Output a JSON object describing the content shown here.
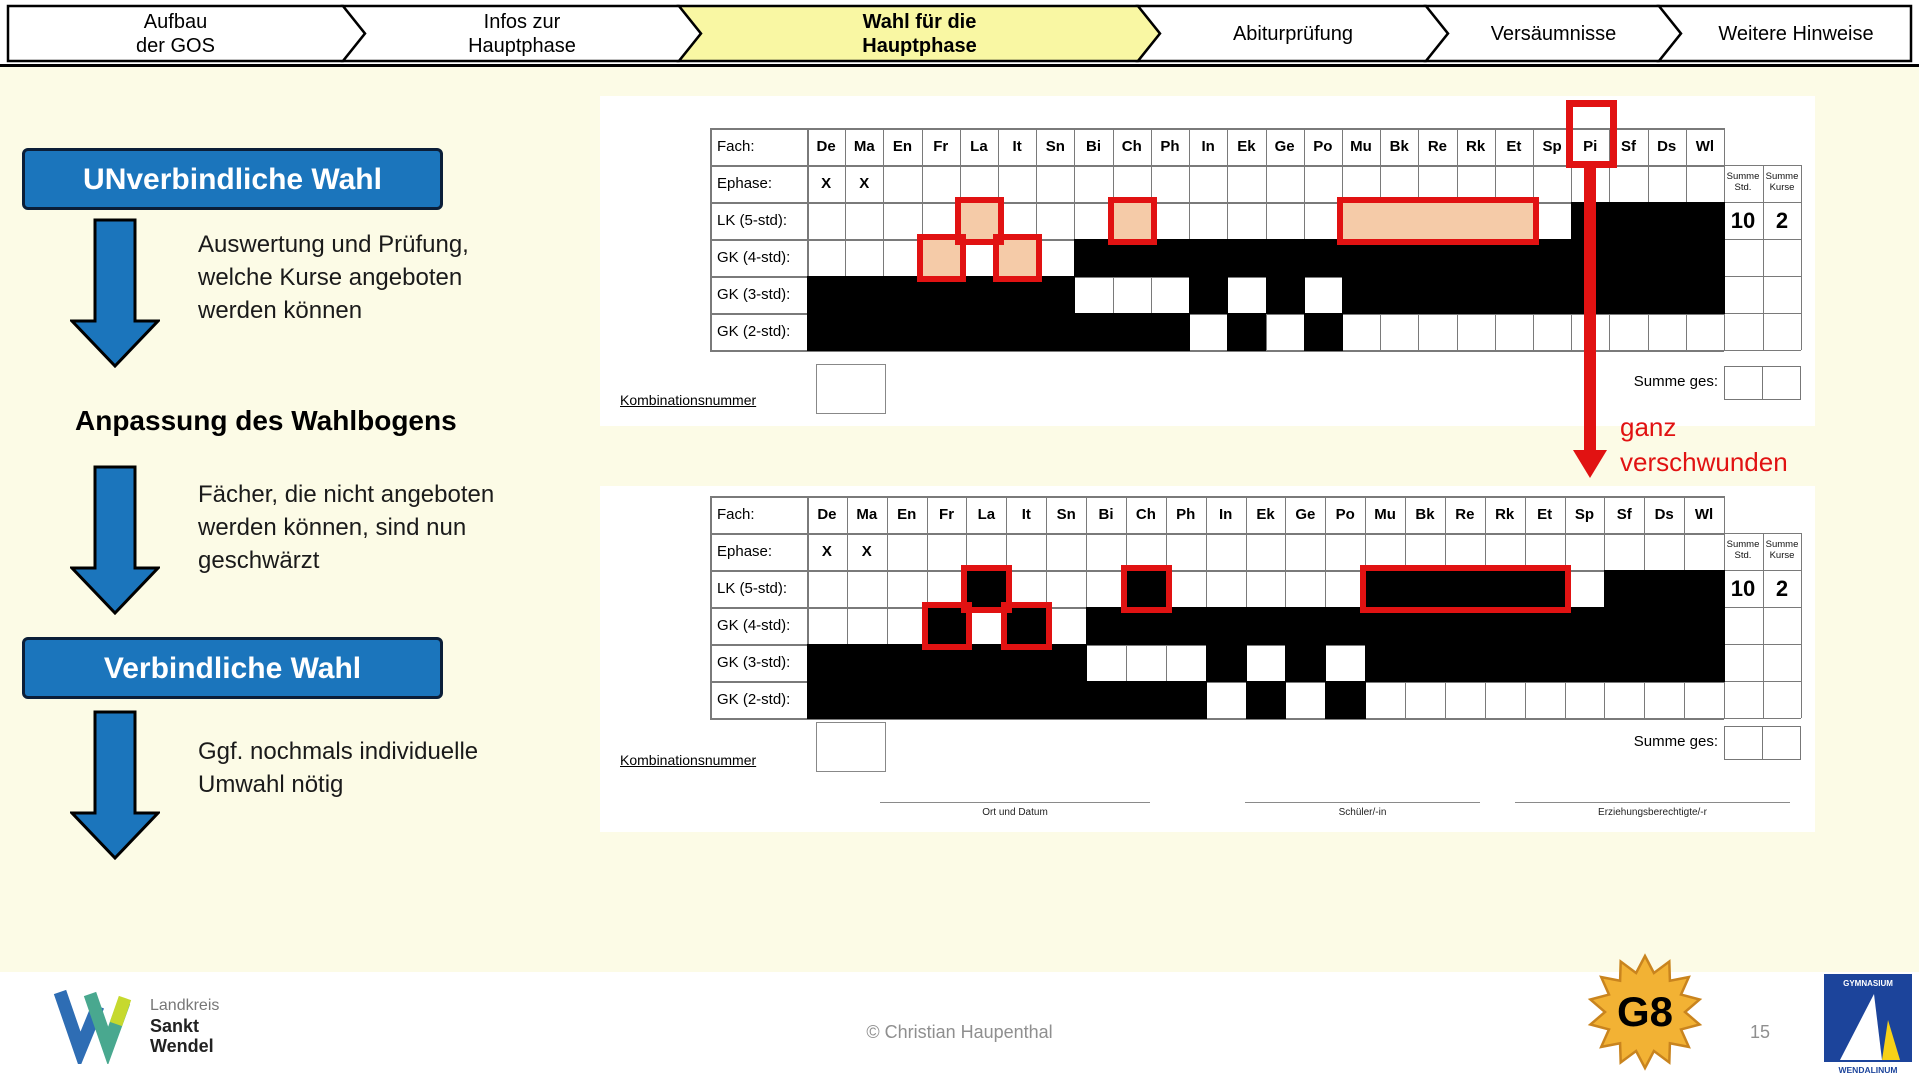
{
  "nav": {
    "items": [
      {
        "label1": "Aufbau",
        "label2": "der GOS",
        "active": false
      },
      {
        "label1": "Infos zur",
        "label2": "Hauptphase",
        "active": false
      },
      {
        "label1": "Wahl für die",
        "label2": "Hauptphase",
        "active": true
      },
      {
        "label1": "Abiturprüfung",
        "label2": "",
        "active": false
      },
      {
        "label1": "Versäumnisse",
        "label2": "",
        "active": false
      },
      {
        "label1": "Weitere Hinweise",
        "label2": "",
        "active": false
      }
    ]
  },
  "left_flow": {
    "box1": "UNverbindliche Wahl",
    "step1_lines": [
      "Auswertung und Prüfung,",
      "welche Kurse angeboten",
      "werden können"
    ],
    "heading": "Anpassung des Wahlbogens",
    "step2_lines": [
      "Fächer, die nicht angeboten",
      "werden können, sind nun",
      "geschwärzt"
    ],
    "box2": "Verbindliche Wahl",
    "step3_lines": [
      "Ggf. nochmals individuelle",
      "Umwahl nötig"
    ]
  },
  "form": {
    "fach_label": "Fach:",
    "row_labels": [
      "Ephase:",
      "LK (5-std):",
      "GK (4-std):",
      "GK (3-std):",
      "GK (2-std):"
    ],
    "summe_std": [
      "Summe",
      "Std."
    ],
    "summe_kurse": [
      "Summe",
      "Kurse"
    ],
    "summe_ges_label": "Summe ges:",
    "kombi_label": "Kombinationsnummer",
    "annotation": {
      "line1": "ganz",
      "line2": "verschwunden"
    },
    "tables": [
      {
        "name": "unverbindliche-wahl-form",
        "columns": [
          "De",
          "Ma",
          "En",
          "Fr",
          "La",
          "It",
          "Sn",
          "Bi",
          "Ch",
          "Ph",
          "In",
          "Ek",
          "Ge",
          "Po",
          "Mu",
          "Bk",
          "Re",
          "Rk",
          "Et",
          "Sp",
          "Pi",
          "Sf",
          "Ds",
          "Wl"
        ],
        "rows": [
          {
            "key": "ephase",
            "pattern": "XX......................"
          },
          {
            "key": "lk5",
            "pattern": "....H...H.....HHHHH.BBBB"
          },
          {
            "key": "gk4",
            "pattern": "...H.H.BBBBBBBBBBBBBBBBB"
          },
          {
            "key": "gk3",
            "pattern": "BBBBBBB...B.B.BBBBBBBBBB"
          },
          {
            "key": "gk2",
            "pattern": "BBBBBBBBBB.B.B.........."
          }
        ],
        "summe_std_value": "10",
        "summe_kurse_value": "2",
        "highlight_fill": "#F5CBA8",
        "pi_col": 20,
        "annotated": true,
        "signatures": []
      },
      {
        "name": "verbindliche-wahl-form",
        "columns": [
          "De",
          "Ma",
          "En",
          "Fr",
          "La",
          "It",
          "Sn",
          "Bi",
          "Ch",
          "Ph",
          "In",
          "Ek",
          "Ge",
          "Po",
          "Mu",
          "Bk",
          "Re",
          "Rk",
          "Et",
          "Sp",
          "Sf",
          "Ds",
          "Wl"
        ],
        "rows": [
          {
            "key": "ephase",
            "pattern": "XX....................."
          },
          {
            "key": "lk5",
            "pattern": "....H...H.....HHHHH.BBB"
          },
          {
            "key": "gk4",
            "pattern": "...H.H.BBBBBBBBBBBBBBBB"
          },
          {
            "key": "gk3",
            "pattern": "BBBBBBB...B.B.BBBBBBBBB"
          },
          {
            "key": "gk2",
            "pattern": "BBBBBBBBBB.B.B........."
          }
        ],
        "summe_std_value": "10",
        "summe_kurse_value": "2",
        "highlight_fill": "#000000",
        "annotated": false,
        "signatures": [
          "Ort und Datum",
          "Schüler/-in",
          "Erziehungsberechtigte/-r"
        ]
      }
    ]
  },
  "footer": {
    "landkreis": [
      "Landkreis",
      "Sankt",
      "Wendel"
    ],
    "copyright": "© Christian Haupenthal",
    "badge": "G8",
    "page_number": "15",
    "gym": [
      "GYMNASIUM",
      "WENDALINUM"
    ]
  },
  "colors": {
    "background": "#FCFBE6",
    "nav_active": "#F9F7A3",
    "accent_blue": "#1B75BC",
    "box_border": "#0B1E38",
    "highlight_red": "#E11212",
    "peach": "#F5CBA8",
    "badge_fill": "#F2B234",
    "badge_stroke": "#C9841E",
    "gym_blue": "#1C449B"
  }
}
